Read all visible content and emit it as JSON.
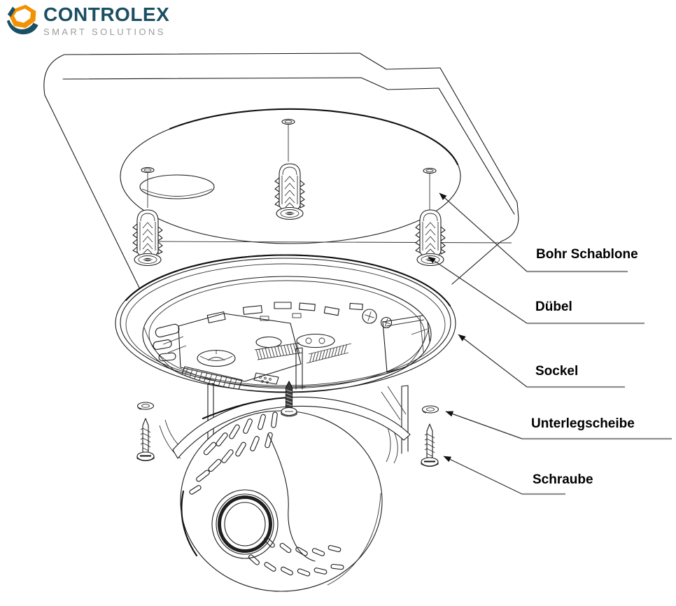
{
  "logo": {
    "name": "CONTROLEX",
    "tagline": "SMART SOLUTIONS",
    "colors": {
      "wordmark": "#1b4f63",
      "tagline": "#9b9b9b",
      "icon_orange": "#f29104",
      "icon_teal": "#1b4f63"
    }
  },
  "diagram": {
    "labels": [
      {
        "id": "bohr-schablone",
        "text": "Bohr Schablone"
      },
      {
        "id": "duebel",
        "text": "Dübel"
      },
      {
        "id": "sockel",
        "text": "Sockel"
      },
      {
        "id": "unterlegscheibe",
        "text": "Unterlegscheibe"
      },
      {
        "id": "schraube",
        "text": "Schraube"
      }
    ]
  }
}
